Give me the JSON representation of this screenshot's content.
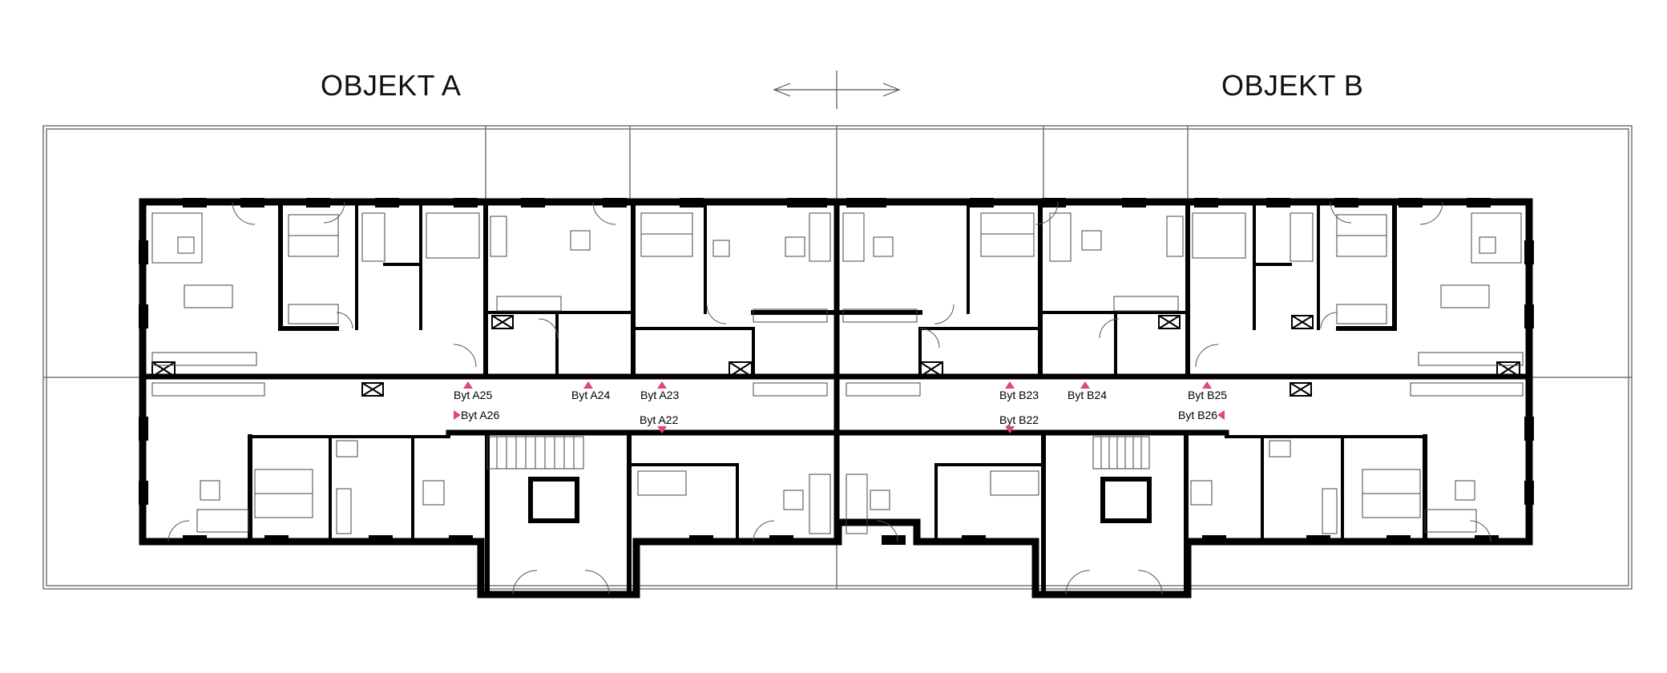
{
  "objects": {
    "a_title": "OBJEKT A",
    "b_title": "OBJEKT B"
  },
  "units": {
    "a25": "Byt A25",
    "a24": "Byt A24",
    "a23": "Byt A23",
    "a26": "Byt A26",
    "a22": "Byt A22",
    "b23": "Byt B23",
    "b24": "Byt B24",
    "b25": "Byt B25",
    "b22": "Byt B22",
    "b26": "Byt B26"
  },
  "colors": {
    "wall": "#000000",
    "thin_line": "#555555",
    "entrance_marker": "#e0457b"
  },
  "icons": {
    "direction": "double-arrow-icon",
    "entrance": "entrance-triangle-icon"
  }
}
